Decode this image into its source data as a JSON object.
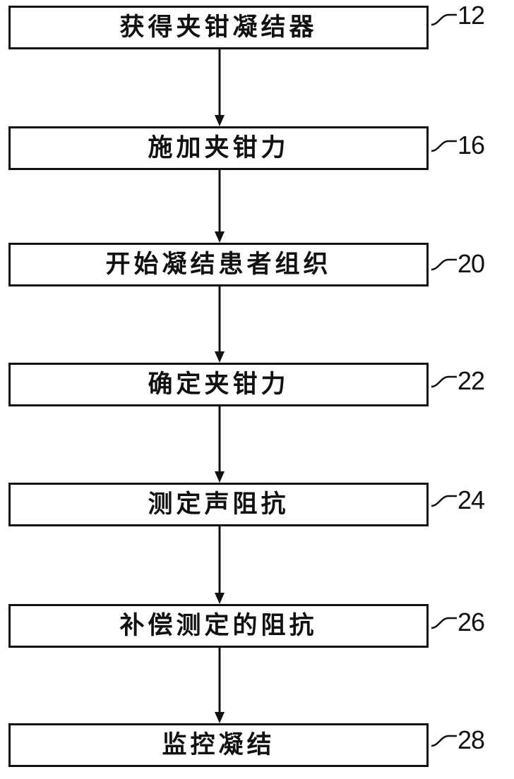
{
  "flowchart": {
    "steps": [
      {
        "label": "获得夹钳凝结器",
        "ref": "12"
      },
      {
        "label": "施加夹钳力",
        "ref": "16"
      },
      {
        "label": "开始凝结患者组织",
        "ref": "20"
      },
      {
        "label": "确定夹钳力",
        "ref": "22"
      },
      {
        "label": "测定声阻抗",
        "ref": "24"
      },
      {
        "label": "补偿测定的阻抗",
        "ref": "26"
      },
      {
        "label": "监控凝结",
        "ref": "28"
      }
    ]
  }
}
